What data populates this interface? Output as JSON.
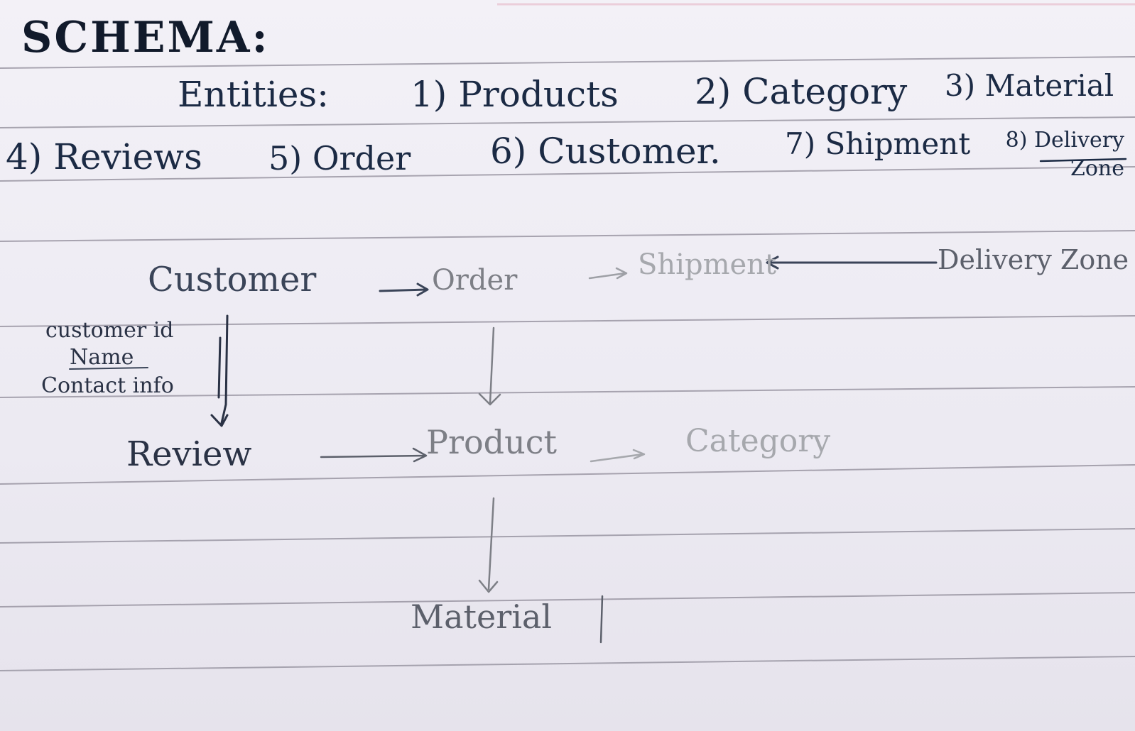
{
  "heading": "SCHEMA:",
  "entities": {
    "label": "Entities:",
    "items": [
      "1) Products",
      "2) Category",
      "3) Material",
      "4) Reviews",
      "5) Order",
      "6) Customer.",
      "7) Shipment",
      "8) Delivery Zone"
    ]
  },
  "diagram": {
    "nodes": {
      "customer": "Customer",
      "order": "Order",
      "shipment": "Shipment",
      "delivery_zone": "Delivery Zone",
      "review": "Review",
      "product": "Product",
      "category": "Category",
      "material": "Material"
    },
    "customer_attributes": [
      "customer id",
      "Name",
      "Contact info"
    ],
    "edges": [
      {
        "from": "Customer",
        "to": "Order"
      },
      {
        "from": "Order",
        "to": "Shipment"
      },
      {
        "from": "Delivery Zone",
        "to": "Shipment"
      },
      {
        "from": "Customer",
        "to": "Review"
      },
      {
        "from": "Order",
        "to": "Product"
      },
      {
        "from": "Review",
        "to": "Product"
      },
      {
        "from": "Product",
        "to": "Category"
      },
      {
        "from": "Product",
        "to": "Material"
      }
    ]
  },
  "colors": {
    "paper": "#eceaf2",
    "rule": "#8f8b98",
    "ink": "#1b2a44",
    "pencil": "#7d7f86",
    "faint_pencil": "#a6a8ad"
  }
}
